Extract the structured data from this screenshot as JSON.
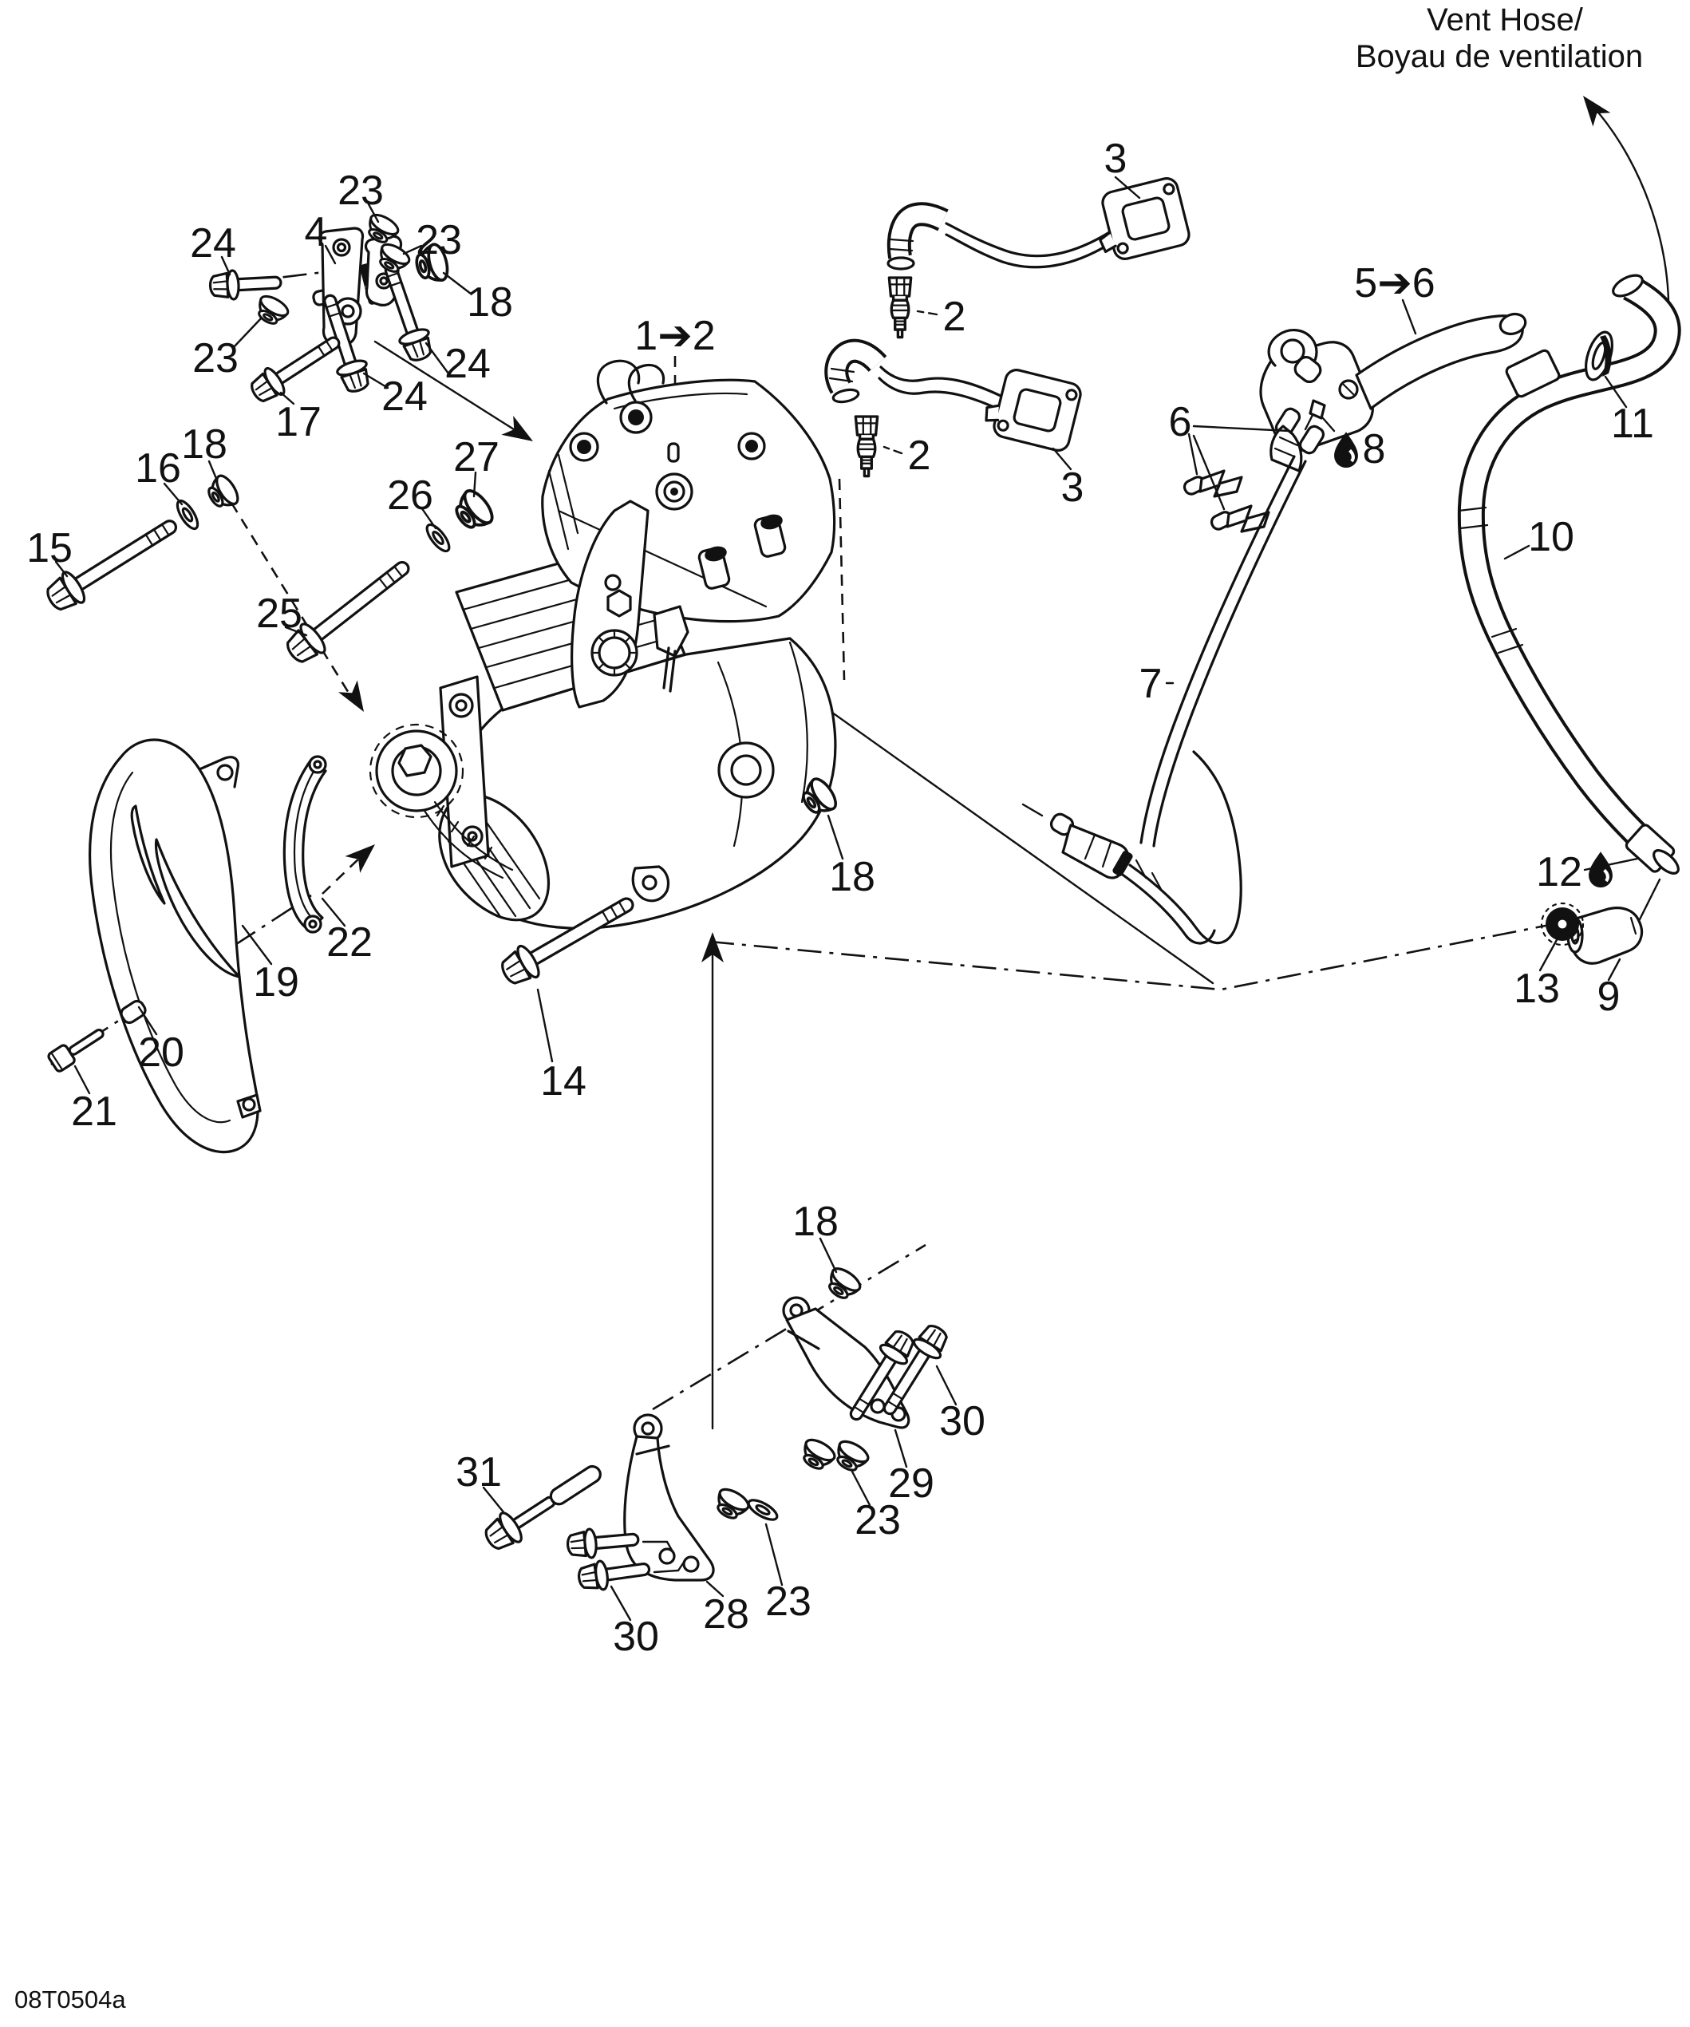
{
  "diagram": {
    "vent_label_line1": "Vent Hose/",
    "vent_label_line2": "Boyau de ventilation",
    "part_code": "08T0504a",
    "colors": {
      "line": "#111111",
      "background": "#ffffff"
    },
    "icons": [
      "oil-drop-icon",
      "arrowhead-icon"
    ],
    "callouts": [
      {
        "id": "1-2",
        "label": "1➔2"
      },
      {
        "id": "2-upper",
        "label": "2"
      },
      {
        "id": "2-lower",
        "label": "2"
      },
      {
        "id": "3-upper",
        "label": "3"
      },
      {
        "id": "3-lower",
        "label": "3"
      },
      {
        "id": "4",
        "label": "4"
      },
      {
        "id": "5-6",
        "label": "5➔6"
      },
      {
        "id": "6",
        "label": "6"
      },
      {
        "id": "7",
        "label": "7"
      },
      {
        "id": "8",
        "label": "8"
      },
      {
        "id": "9",
        "label": "9"
      },
      {
        "id": "10",
        "label": "10"
      },
      {
        "id": "11",
        "label": "11"
      },
      {
        "id": "12",
        "label": "12"
      },
      {
        "id": "13",
        "label": "13"
      },
      {
        "id": "14",
        "label": "14"
      },
      {
        "id": "15",
        "label": "15"
      },
      {
        "id": "16",
        "label": "16"
      },
      {
        "id": "17",
        "label": "17"
      },
      {
        "id": "18-a",
        "label": "18"
      },
      {
        "id": "18-b",
        "label": "18"
      },
      {
        "id": "18-c",
        "label": "18"
      },
      {
        "id": "18-d",
        "label": "18"
      },
      {
        "id": "19",
        "label": "19"
      },
      {
        "id": "20",
        "label": "20"
      },
      {
        "id": "21",
        "label": "21"
      },
      {
        "id": "22",
        "label": "22"
      },
      {
        "id": "23-a",
        "label": "23"
      },
      {
        "id": "23-b",
        "label": "23"
      },
      {
        "id": "23-c",
        "label": "23"
      },
      {
        "id": "23-d",
        "label": "23"
      },
      {
        "id": "23-e",
        "label": "23"
      },
      {
        "id": "24-a",
        "label": "24"
      },
      {
        "id": "24-b",
        "label": "24"
      },
      {
        "id": "24-c",
        "label": "24"
      },
      {
        "id": "25",
        "label": "25"
      },
      {
        "id": "26",
        "label": "26"
      },
      {
        "id": "27",
        "label": "27"
      },
      {
        "id": "28",
        "label": "28"
      },
      {
        "id": "29",
        "label": "29"
      },
      {
        "id": "30-a",
        "label": "30"
      },
      {
        "id": "30-b",
        "label": "30"
      },
      {
        "id": "31",
        "label": "31"
      }
    ]
  }
}
